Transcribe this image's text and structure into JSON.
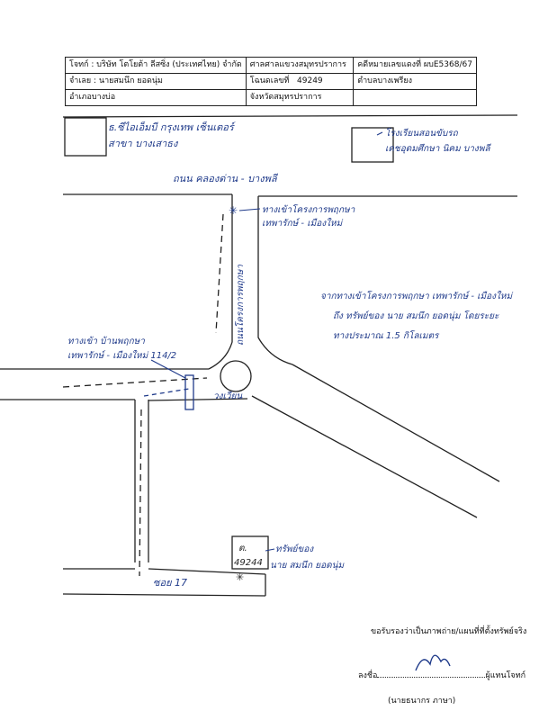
{
  "header": {
    "row1": {
      "plaintiff": "โจทก์ : บริษัท โตโยต้า ลีสซิ่ง (ประเทศไทย) จำกัด",
      "court": "ศาลศาลแขวงสมุทรปราการ",
      "case_no": "คดีหมายเลขแดงที่ ผบE5368/67"
    },
    "row2": {
      "defendant": "จำเลย : นายสมนึก ยอดนุ่ม",
      "deed_label": "โฉนดเลขที่",
      "deed_no": "49249",
      "subdistrict": "ตำบลบางเพรียง"
    },
    "row3": {
      "district": "อำเภอบางบ่อ",
      "province": "จังหวัดสมุทรปราการ",
      "blank": ""
    }
  },
  "map_labels": {
    "bank": "ธ.ซีไอเอ็มบี กรุงเทพ เซ็นเตอร์",
    "branch": "สาขา บางเสาธง",
    "hospital_line1": "โรงเรียนสอนขับรถ",
    "hospital_line2": "เดชอุดมศึกษา นิคม บางพลี",
    "main_road": "ถนน คลองด่าน - บางพลี",
    "entrance_top_1": "ทางเข้าโครงการพฤกษา",
    "entrance_top_2": "เทพารักษ์ - เมืองใหม่",
    "vertical_road": "ถนนโครงการพฤกษา",
    "note_line1": "จากทางเข้าโครงการพฤกษา เทพารักษ์ - เมืองใหม่",
    "note_line2": "ถึง ทรัพย์ของ นาย สมนึก ยอดนุ่ม โดยระยะ",
    "note_line3": "ทางประมาณ 1.5 กิโลเมตร",
    "entrance_left_1": "ทางเข้า บ้านพฤกษา",
    "entrance_left_2": "เทพารักษ์ - เมืองใหม่ 114/2",
    "roundabout": "วงเวียน",
    "property_box": "ต.",
    "property_no": "49244",
    "property_desc_1": "ทรัพย์ของ",
    "property_desc_2": "นาย สมนึก ยอดนุ่ม",
    "soi": "ซอย 17",
    "star": "✳"
  },
  "footer": {
    "certify": "ขอรับรองว่าเป็นภาพถ่าย/แผนที่ที่ตั้งทรัพย์จริง",
    "sign_prefix": "ลงชื่อ",
    "sign_suffix": "ผู้แทนโจทก์",
    "signer": "(นายธนากร ภาษา)"
  },
  "colors": {
    "ink": "#1f3a8a",
    "line": "#222222"
  }
}
